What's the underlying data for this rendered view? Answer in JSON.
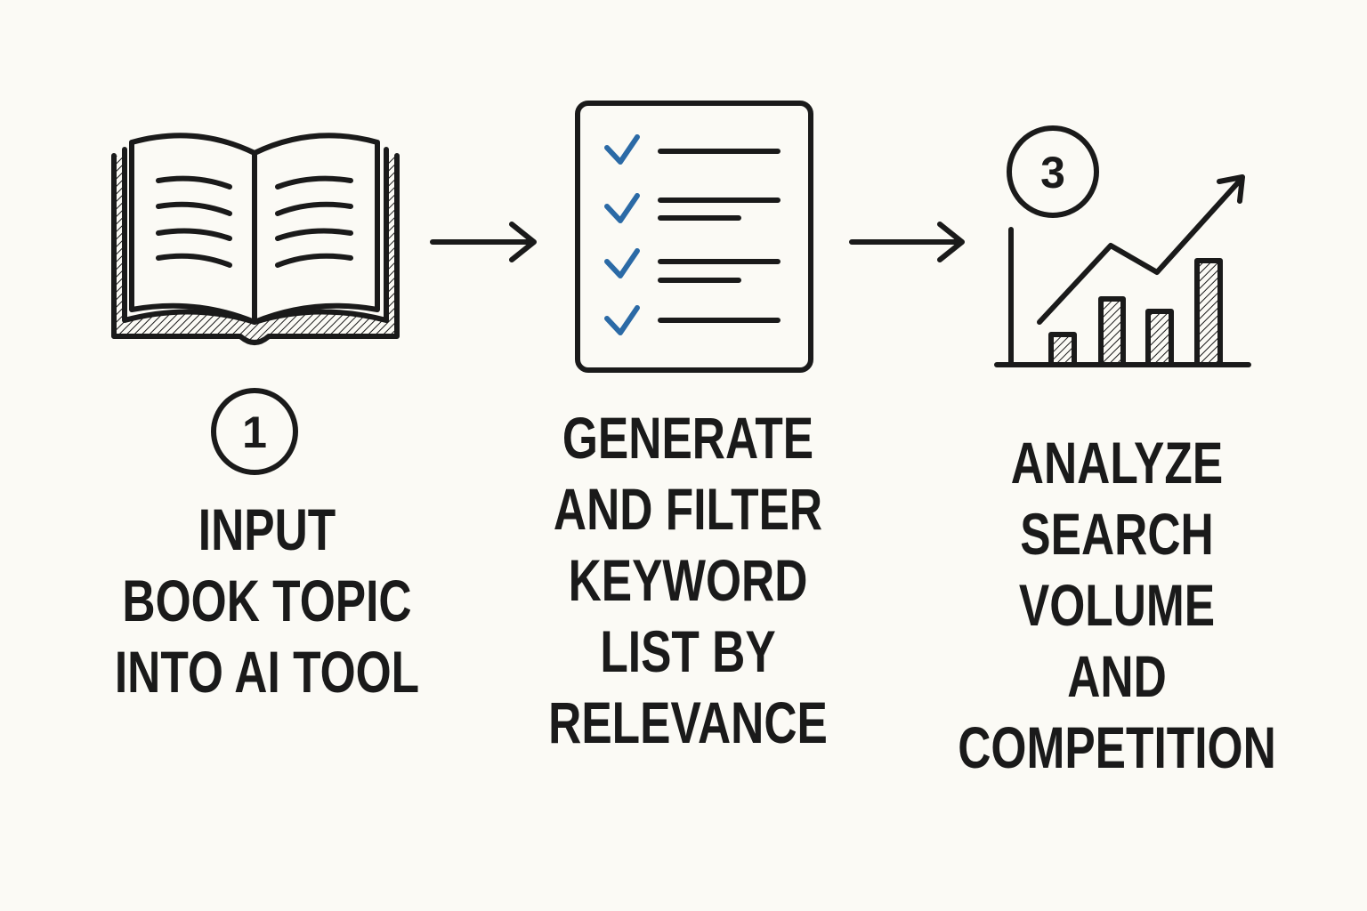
{
  "colors": {
    "background": "#fbfaf5",
    "ink": "#1a1a1a",
    "check": "#2b6aa6"
  },
  "steps": [
    {
      "number": "1",
      "icon": "open-book-icon",
      "lines": [
        "INPUT",
        "BOOK TOPIC",
        "INTO AI TOOL"
      ]
    },
    {
      "number": "",
      "icon": "checklist-icon",
      "lines": [
        "GENERATE",
        "AND FILTER",
        "KEYWORD",
        "LIST BY",
        "RELEVANCE"
      ]
    },
    {
      "number": "3",
      "icon": "bar-chart-trend-icon",
      "lines": [
        "ANALYZE",
        "SEARCH",
        "VOLUME",
        "AND",
        "COMPETITION"
      ]
    }
  ]
}
